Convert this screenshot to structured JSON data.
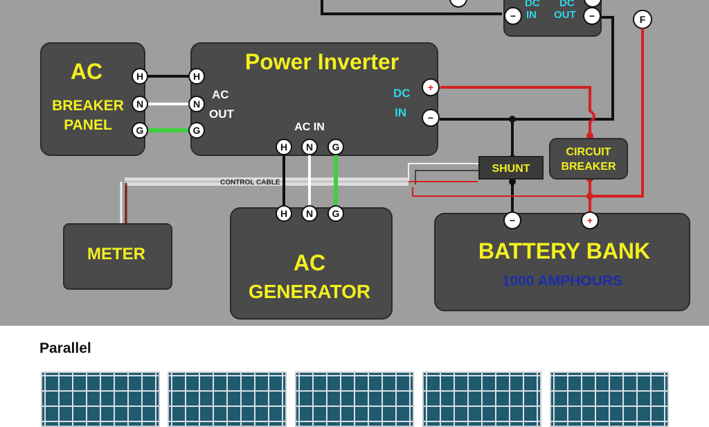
{
  "diagram": {
    "inverter": {
      "title": "Power Inverter",
      "ac_out_label": "AC",
      "ac_out_label2": "OUT",
      "dc_in_label": "DC",
      "dc_in_label2": "IN",
      "ac_in_label": "AC  IN"
    },
    "breaker_panel": {
      "line1": "AC",
      "line2": "BREAKER",
      "line3": "PANEL"
    },
    "generator": {
      "line1": "AC",
      "line2": "GENERATOR"
    },
    "meter": {
      "label": "METER"
    },
    "battery": {
      "title": "BATTERY BANK",
      "capacity": "1000  AMPHOURS"
    },
    "shunt": {
      "label": "SHUNT"
    },
    "circuit_breaker": {
      "line1": "CIRCUIT",
      "line2": "BREAKER"
    },
    "control_cable": {
      "label": "CONTROL CABLE"
    },
    "charge_controller": {
      "dc_in_1": "DC",
      "dc_in_2": "IN",
      "dc_out_1": "DC",
      "dc_out_2": "OUT"
    },
    "fuse": {
      "label": "F"
    },
    "terminals": {
      "h": "H",
      "n": "N",
      "g": "G",
      "plus": "+",
      "minus": "−"
    }
  },
  "parallel": {
    "title": "Parallel",
    "panel_count": 5
  },
  "colors": {
    "background": "#9e9e9e",
    "box": "#4a4a4a",
    "label_yellow": "#f3f01e",
    "label_cyan": "#2fd6e8",
    "wire_red": "#d42020",
    "wire_green": "#3ecf3e",
    "panel_blue": "#1f5a6f"
  }
}
